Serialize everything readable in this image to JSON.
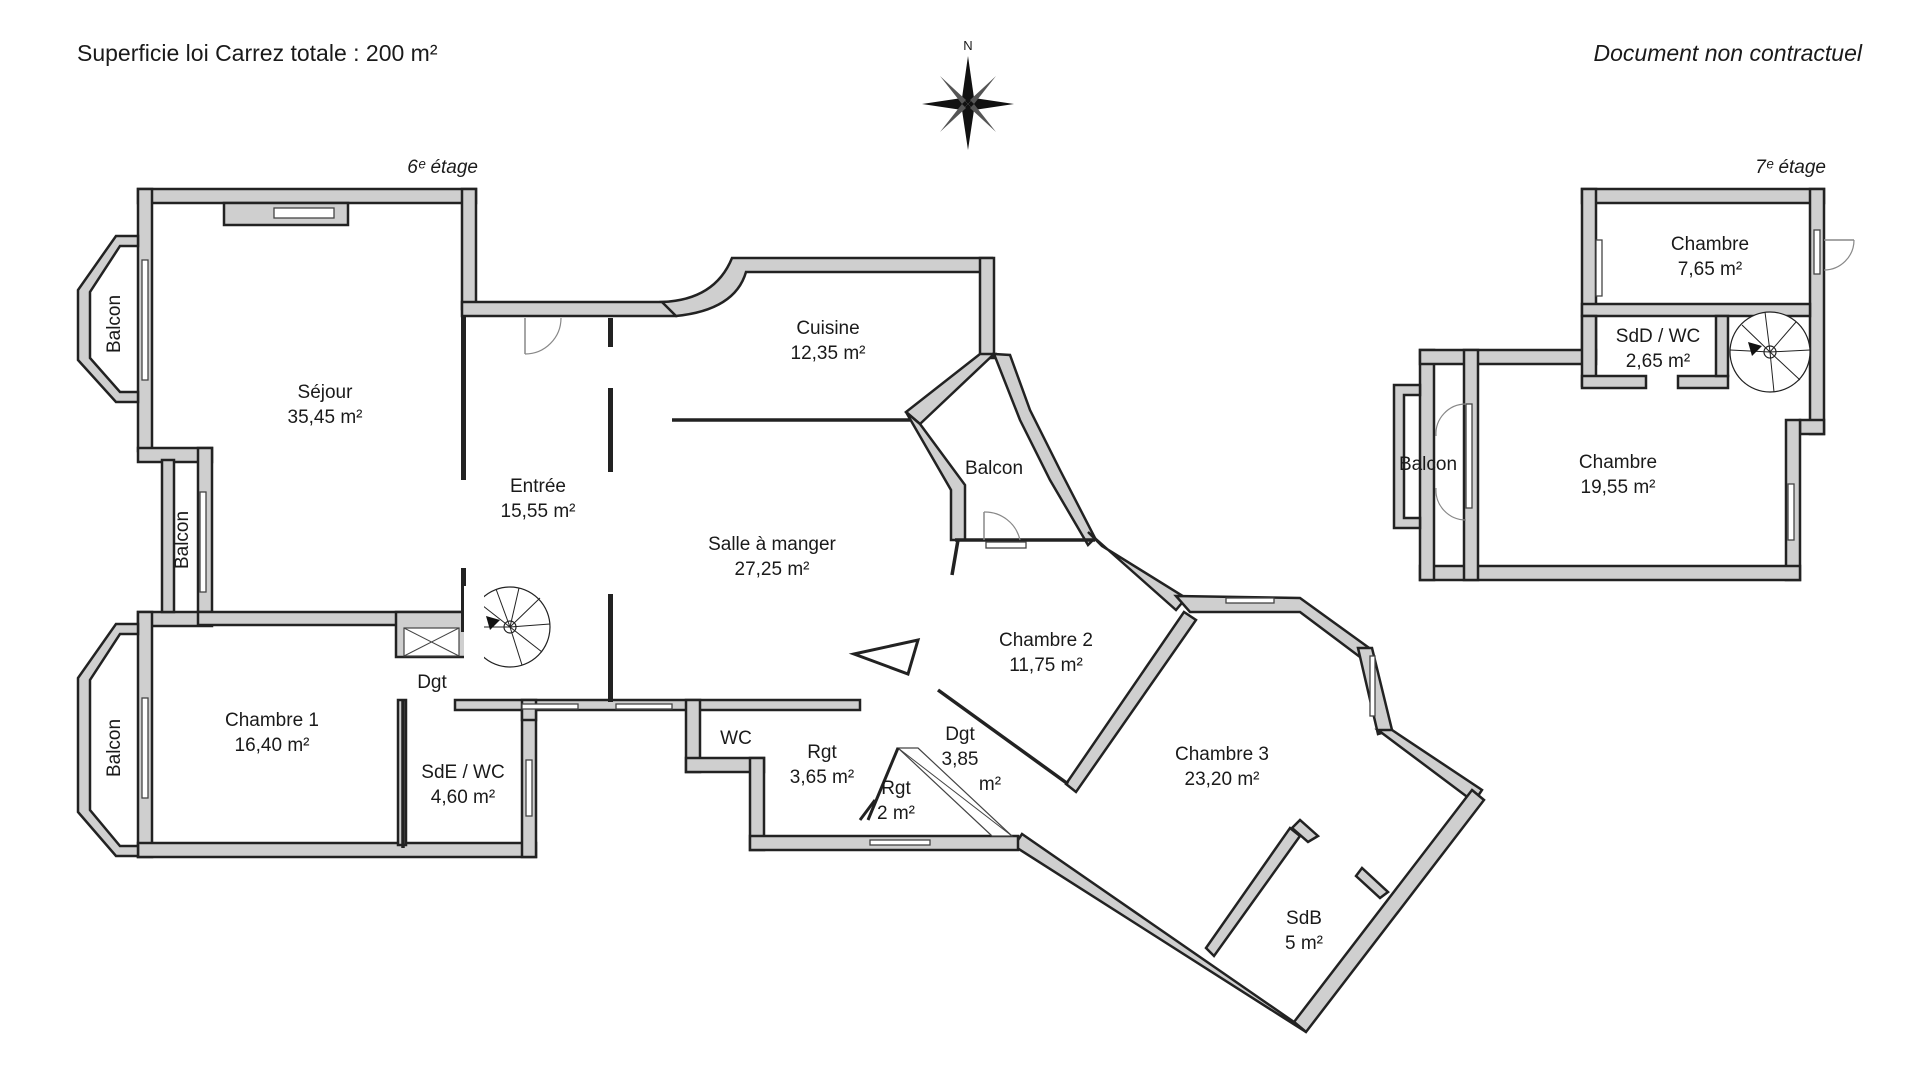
{
  "header": {
    "total_area": "Superficie loi Carrez totale : 200 m²",
    "disclaimer": "Document non contractuel"
  },
  "compass": {
    "north_label": "N"
  },
  "floors": {
    "floor6": "6ᵉ étage",
    "floor7": "7ᵉ étage"
  },
  "rooms": {
    "sejour": {
      "name": "Séjour",
      "area": "35,45 m²"
    },
    "entree": {
      "name": "Entrée",
      "area": "15,55 m²"
    },
    "cuisine": {
      "name": "Cuisine",
      "area": "12,35 m²"
    },
    "salle": {
      "name": "Salle à manger",
      "area": "27,25 m²"
    },
    "chambre1": {
      "name": "Chambre 1",
      "area": "16,40 m²"
    },
    "sde": {
      "name": "SdE / WC",
      "area": "4,60 m²"
    },
    "dgt1": {
      "name": "Dgt"
    },
    "wc": {
      "name": "WC"
    },
    "rgt1": {
      "name": "Rgt",
      "area": "3,65 m²"
    },
    "rgt2": {
      "name": "Rgt",
      "area": "2 m²"
    },
    "dgt2": {
      "name": "Dgt",
      "area": "3,85",
      "area2": "m²"
    },
    "chambre2": {
      "name": "Chambre 2",
      "area": "11,75 m²"
    },
    "chambre3": {
      "name": "Chambre 3",
      "area": "23,20 m²"
    },
    "sdb": {
      "name": "SdB",
      "area": "5 m²"
    },
    "balcon_top": {
      "name": "Balcon"
    },
    "balcon_mid": {
      "name": "Balcon"
    },
    "balcon_bottom": {
      "name": "Balcon"
    },
    "balcon_center": {
      "name": "Balcon"
    },
    "f7_chambre_small": {
      "name": "Chambre",
      "area": "7,65 m²"
    },
    "f7_sdd": {
      "name": "SdD / WC",
      "area": "2,65 m²"
    },
    "f7_chambre_large": {
      "name": "Chambre",
      "area": "19,55 m²"
    },
    "f7_balcon": {
      "name": "Balcon"
    }
  },
  "colors": {
    "wall_fill": "#cfcfcf",
    "wall_stroke": "#222222",
    "background": "#ffffff"
  }
}
